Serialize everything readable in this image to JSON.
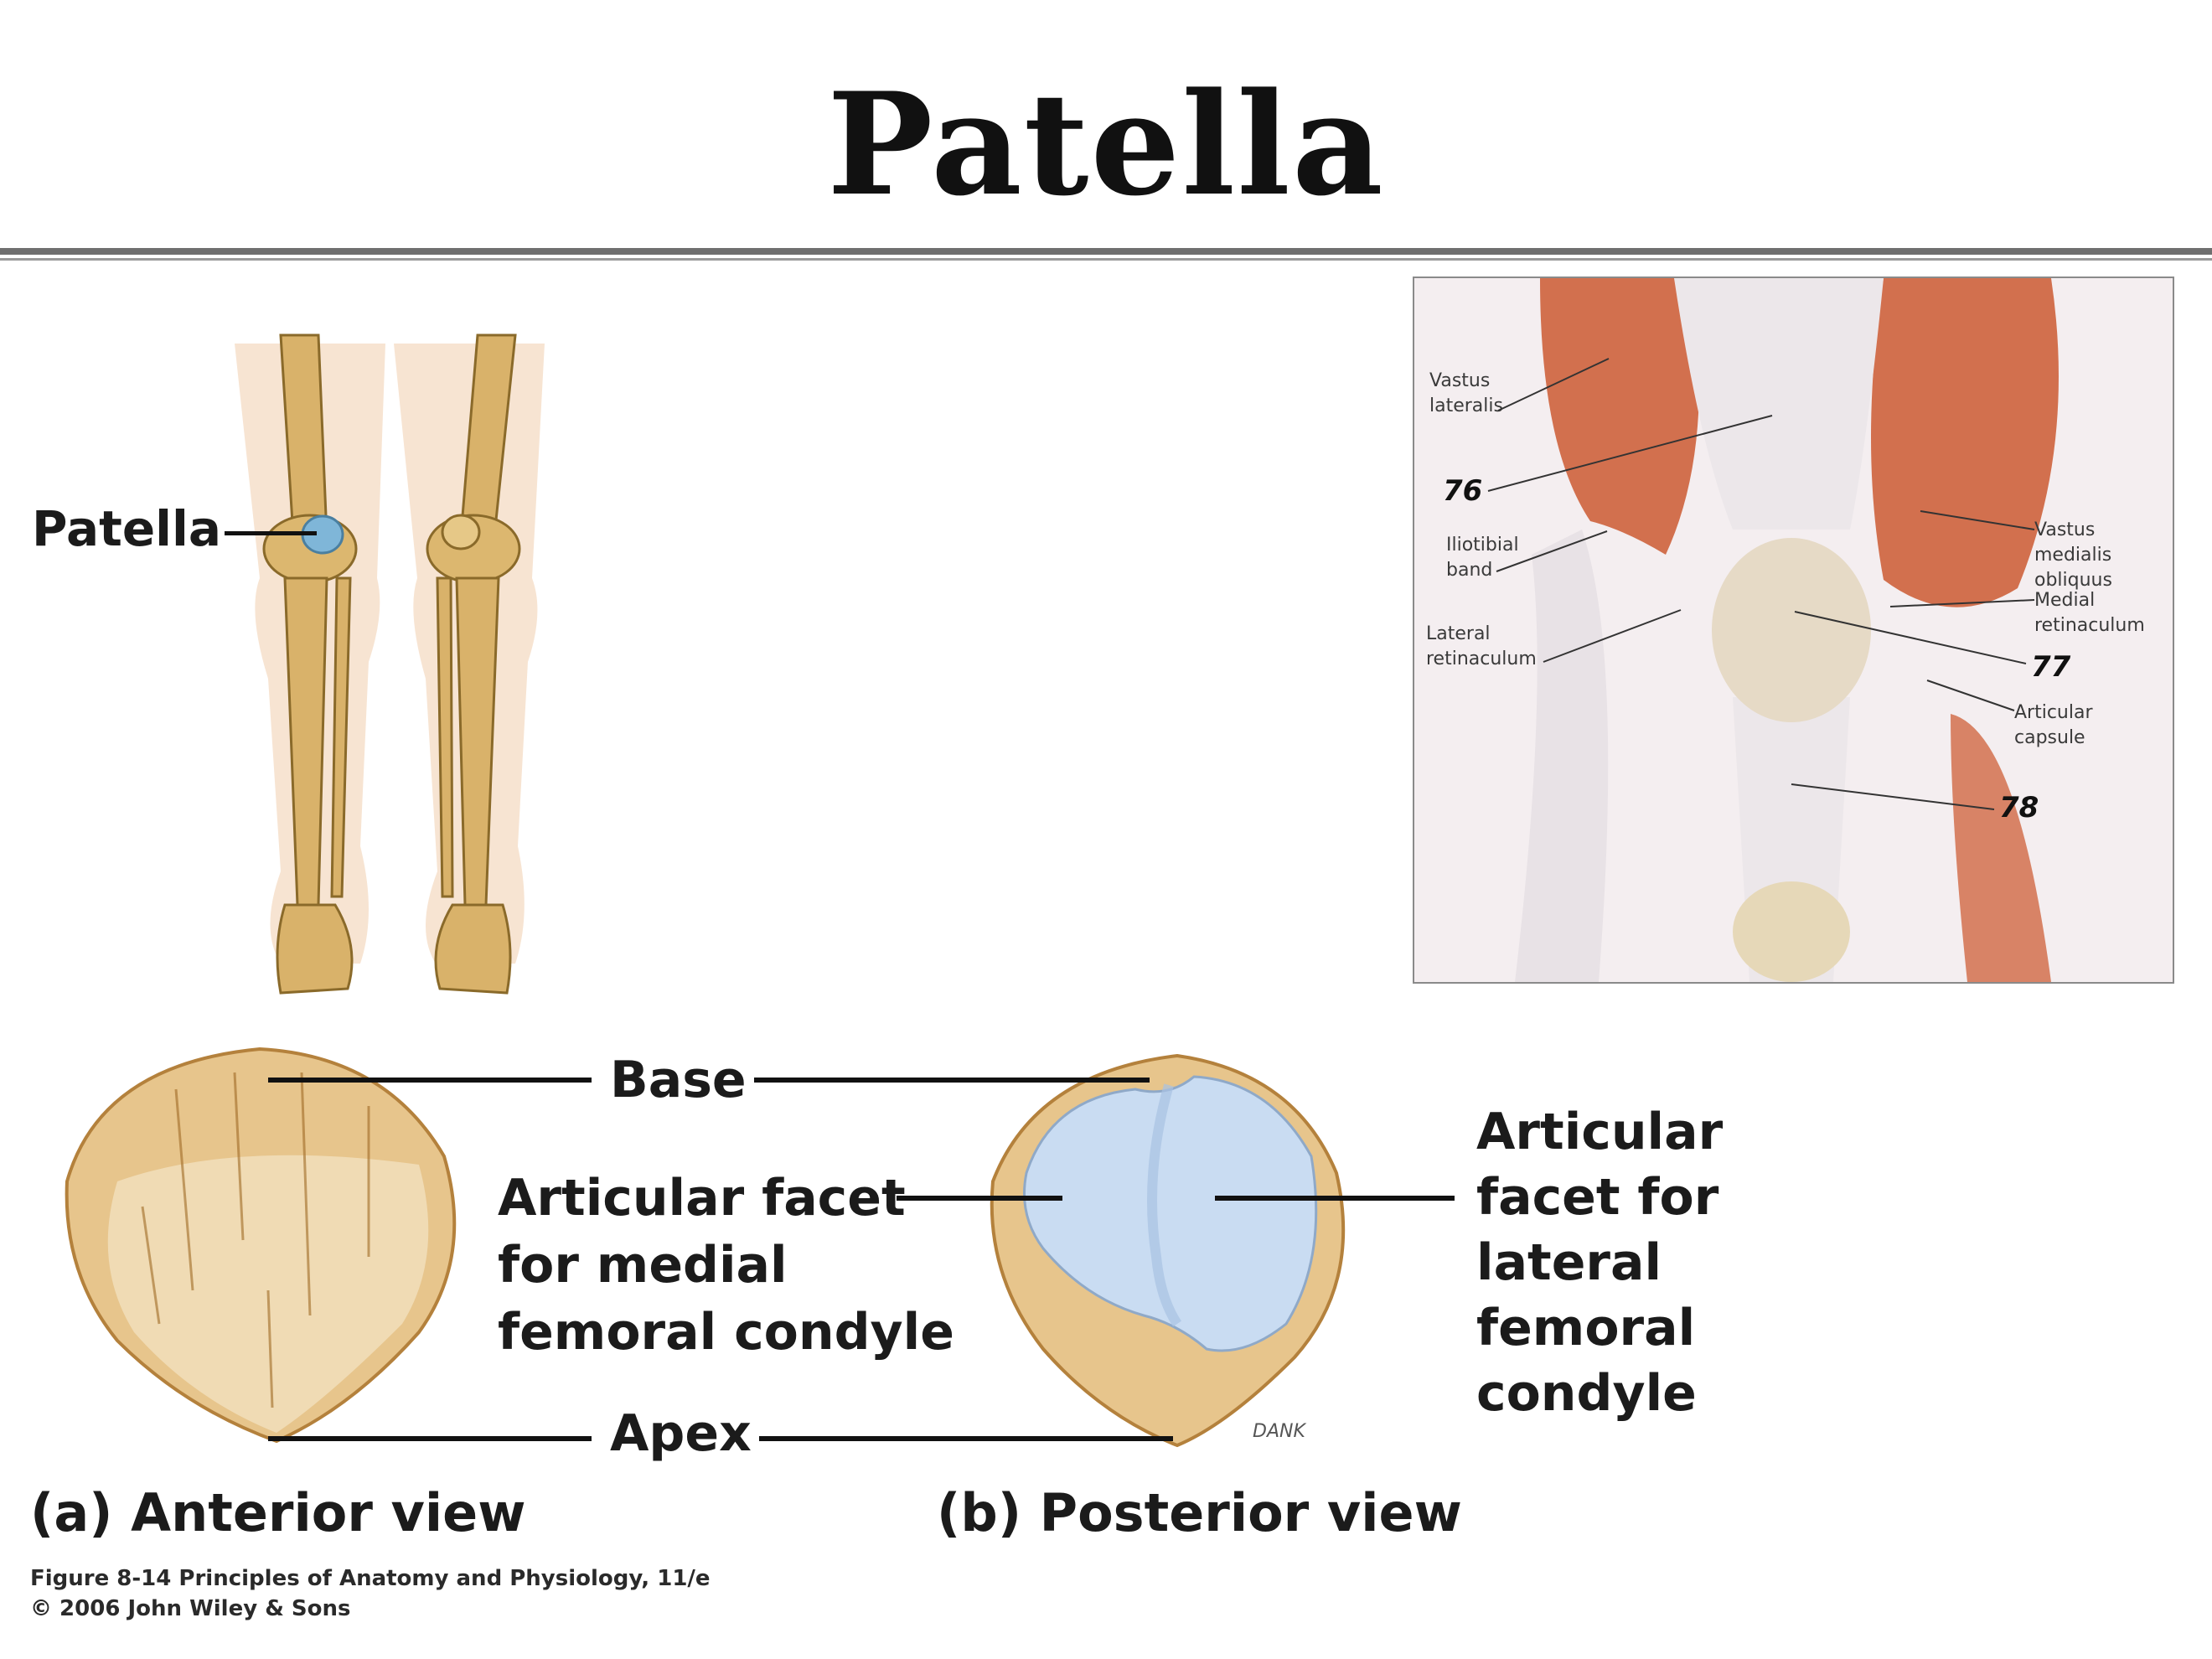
{
  "title": "Patella",
  "legs_figure": {
    "label": "Patella"
  },
  "knee_photo": {
    "labels": {
      "vastus_lateralis": "Vastus lateralis",
      "num_76": "76",
      "iliotibial_band": "Iliotibial band",
      "lateral_retinaculum": "Lateral retinaculum",
      "vastus_medialis": "Vastus medialis obliquus",
      "medial_retinaculum": "Medial retinaculum",
      "num_77": "77",
      "articular_capsule": "Articular capsule",
      "num_78": "78"
    }
  },
  "patella_views": {
    "base": "Base",
    "apex": "Apex",
    "facet_medial_1": "Articular facet",
    "facet_medial_2": "for medial",
    "facet_medial_3": "femoral condyle",
    "facet_lateral_1": "Articular",
    "facet_lateral_2": "facet for",
    "facet_lateral_3": "lateral",
    "facet_lateral_4": "femoral",
    "facet_lateral_5": "condyle",
    "anterior_caption": "(a) Anterior view",
    "posterior_caption": "(b) Posterior view",
    "artist_signature": "DANK"
  },
  "credit": {
    "line1": "Figure 8-14  Principles of Anatomy and Physiology, 11/e",
    "line2": "© 2006 John Wiley & Sons"
  },
  "colors": {
    "bone": "#d9b26a",
    "cartilage": "#c9dcf2",
    "patella_highlight": "#7fb6d8",
    "muscle": "#d2704e",
    "tendon": "#ece7ea",
    "skin": "#f5dcc6"
  }
}
